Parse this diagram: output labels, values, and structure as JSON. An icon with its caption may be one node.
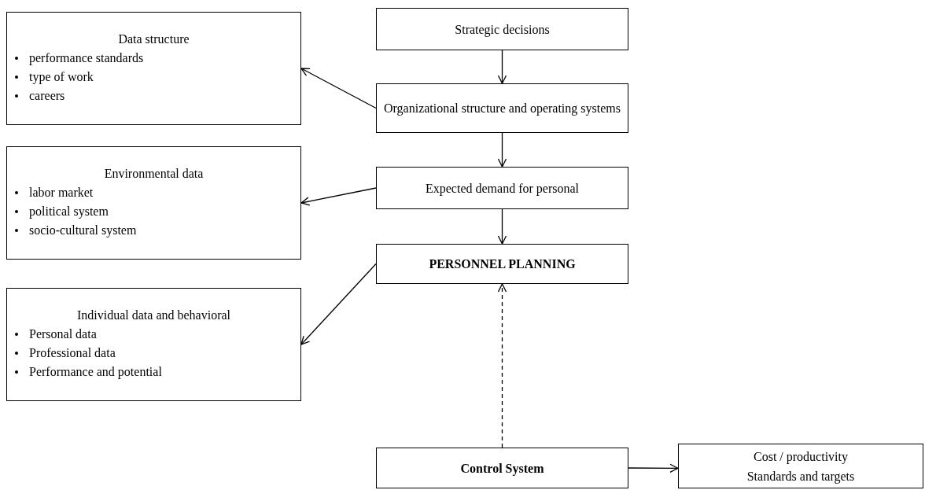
{
  "diagram": {
    "nodes": [
      {
        "text": [
          "Data structure",
          "performance standards",
          "type of work",
          "careers"
        ]
      },
      {
        "text": [
          "Environmental data",
          "labor market",
          "political system",
          "socio-cultural system"
        ]
      },
      {
        "text": [
          "Individual data and behavioral",
          "Personal data",
          "Professional data",
          "Performance and potential"
        ]
      },
      {
        "text": [
          "Strategic decisions"
        ]
      },
      {
        "text": [
          "Organizational structure and operating systems"
        ]
      },
      {
        "text": [
          "Expected demand for personal"
        ]
      },
      {
        "text": [
          "PERSONNEL PLANNING"
        ]
      },
      {
        "text": [
          "Control System"
        ]
      },
      {
        "text": [
          "Cost / productivity",
          "Standards and targets"
        ]
      }
    ],
    "edges": [
      {
        "from": 3,
        "to": 4,
        "arrow": "to"
      },
      {
        "from": 4,
        "to": 0,
        "arrow": "to"
      },
      {
        "from": 4,
        "to": 5,
        "arrow": "to"
      },
      {
        "from": 5,
        "to": 1,
        "arrow": "to"
      },
      {
        "from": 5,
        "to": 6,
        "arrow": "to"
      },
      {
        "from": 6,
        "to": 2,
        "arrow": "to"
      },
      {
        "from": 7,
        "to": 6,
        "arrow": "to",
        "style": "dashed"
      },
      {
        "from": 7,
        "to": 8,
        "arrow": "to"
      }
    ]
  }
}
